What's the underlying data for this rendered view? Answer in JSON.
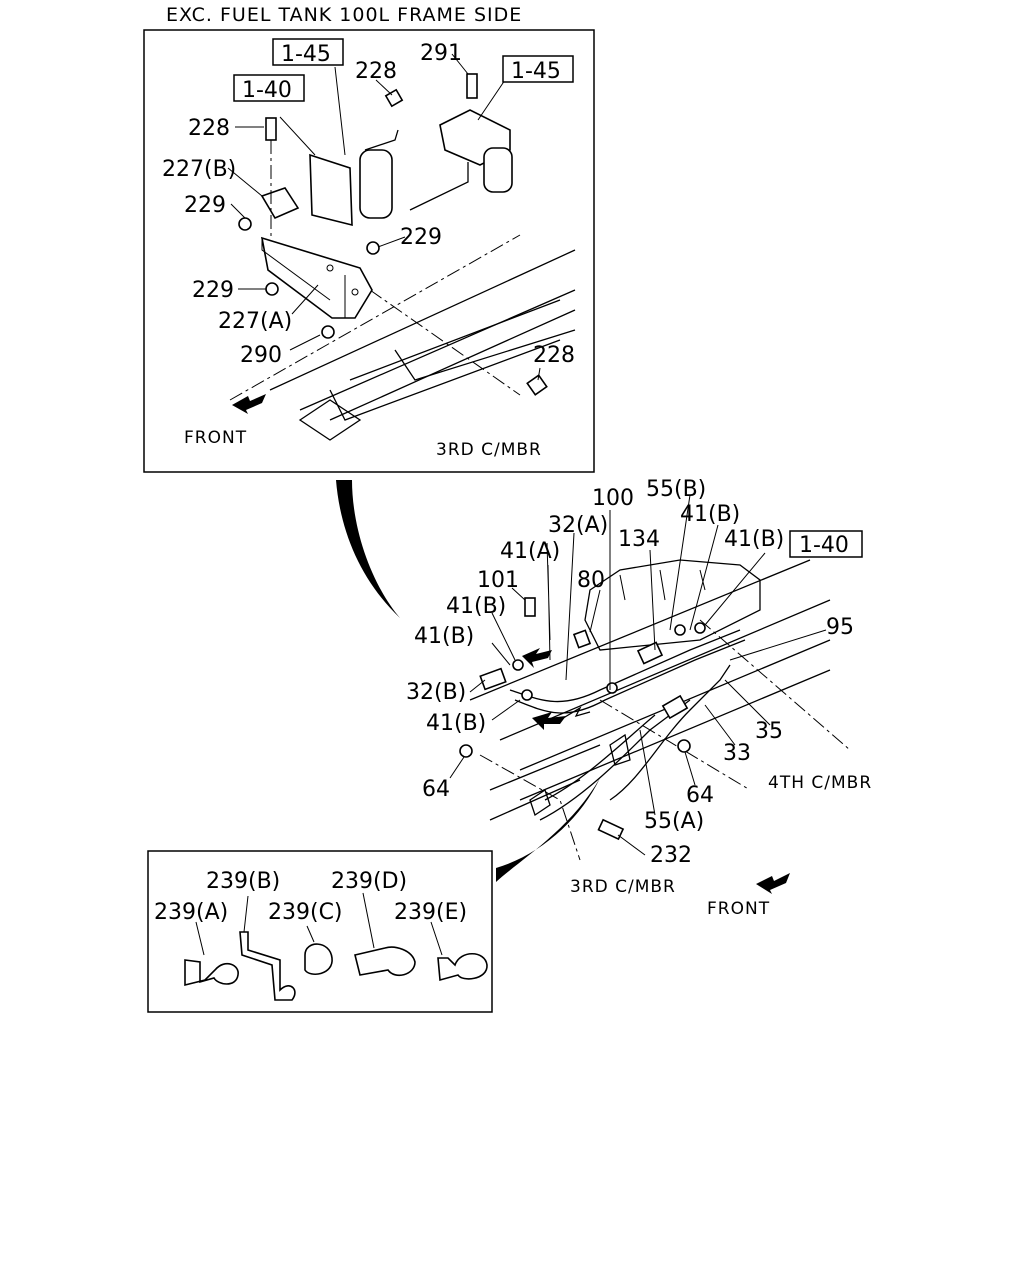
{
  "title": "EXC. FUEL TANK 100L FRAME SIDE",
  "ref_boxes": [
    "1-45",
    "1-40",
    "1-45",
    "1-40"
  ],
  "inset_top": {
    "labels": [
      "228",
      "291",
      "228",
      "227(B)",
      "229",
      "229",
      "229",
      "227(A)",
      "290",
      "228"
    ],
    "front": "FRONT",
    "crossmember": "3RD C/MBR"
  },
  "main": {
    "labels": [
      "100",
      "55(B)",
      "32(A)",
      "41(B)",
      "134",
      "41(A)",
      "41(B)",
      "101",
      "80",
      "41(B)",
      "95",
      "41(B)",
      "32(B)",
      "35",
      "41(B)",
      "33",
      "64",
      "64",
      "55(A)",
      "232"
    ],
    "crossmember_4th": "4TH C/MBR",
    "crossmember_3rd": "3RD C/MBR",
    "front": "FRONT"
  },
  "inset_clips": {
    "labels": [
      "239(B)",
      "239(D)",
      "239(A)",
      "239(C)",
      "239(E)"
    ]
  }
}
